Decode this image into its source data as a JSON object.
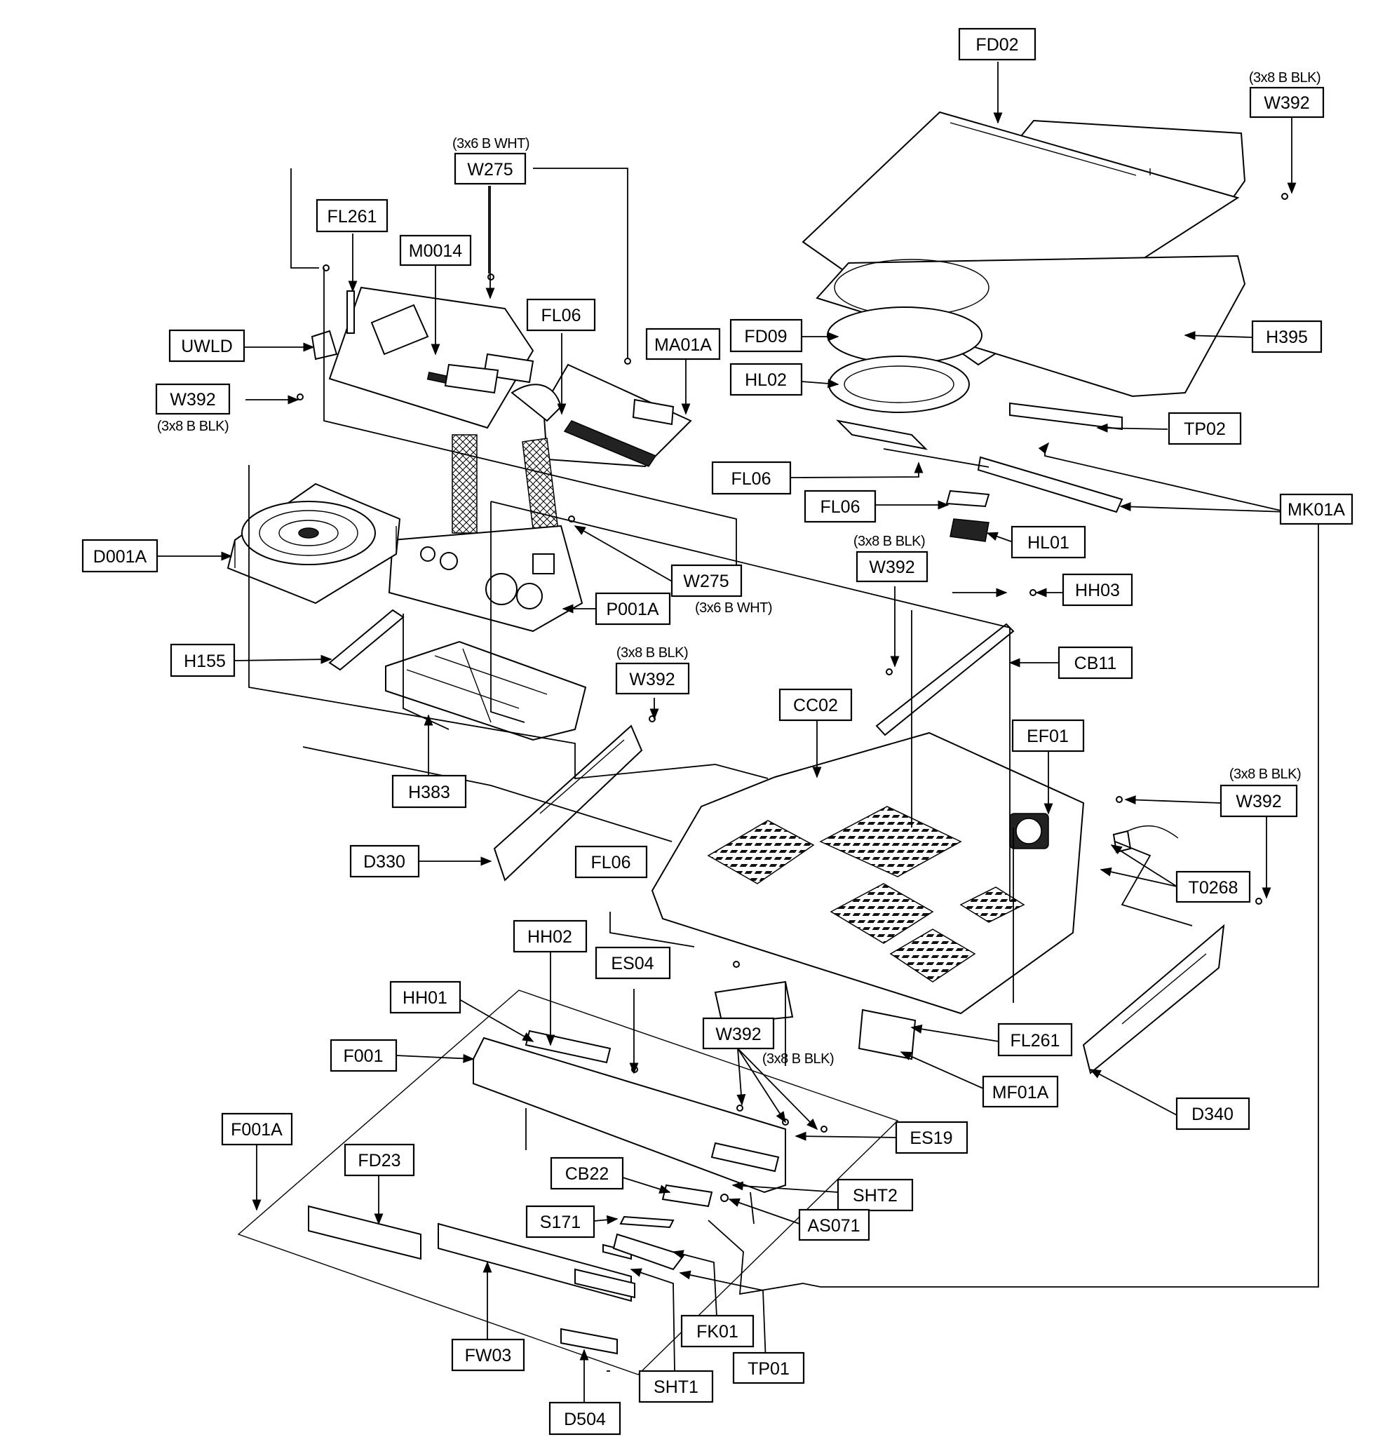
{
  "labels": [
    {
      "id": "FD02",
      "text": "FD02"
    },
    {
      "id": "W392_top_right",
      "text": "W392",
      "note": "(3x8 B BLK)"
    },
    {
      "id": "W275_top",
      "text": "W275",
      "note": "(3x6 B WHT)"
    },
    {
      "id": "FL261_top",
      "text": "FL261"
    },
    {
      "id": "M0014",
      "text": "M0014"
    },
    {
      "id": "FL06_top",
      "text": "FL06"
    },
    {
      "id": "MA01A",
      "text": "MA01A"
    },
    {
      "id": "FD09",
      "text": "FD09"
    },
    {
      "id": "H395",
      "text": "H395"
    },
    {
      "id": "UWLD",
      "text": "UWLD"
    },
    {
      "id": "HL02",
      "text": "HL02"
    },
    {
      "id": "W392_left",
      "text": "W392",
      "note": "(3x8 B BLK)"
    },
    {
      "id": "TP02",
      "text": "TP02"
    },
    {
      "id": "FL06_mid1",
      "text": "FL06"
    },
    {
      "id": "FL06_mid2",
      "text": "FL06"
    },
    {
      "id": "MK01A",
      "text": "MK01A"
    },
    {
      "id": "HL01",
      "text": "HL01"
    },
    {
      "id": "D001A",
      "text": "D001A"
    },
    {
      "id": "W392_mid",
      "text": "W392",
      "note": "(3x8 B BLK)"
    },
    {
      "id": "HH03",
      "text": "HH03"
    },
    {
      "id": "W275_mid",
      "text": "W275",
      "note": "(3x6 B WHT)"
    },
    {
      "id": "P001A",
      "text": "P001A"
    },
    {
      "id": "H155",
      "text": "H155"
    },
    {
      "id": "CB11",
      "text": "CB11"
    },
    {
      "id": "W392_center",
      "text": "W392",
      "note": "(3x8 B BLK)"
    },
    {
      "id": "CC02",
      "text": "CC02"
    },
    {
      "id": "EF01",
      "text": "EF01"
    },
    {
      "id": "H383",
      "text": "H383"
    },
    {
      "id": "W392_right",
      "text": "W392",
      "note": "(3x8 B BLK)"
    },
    {
      "id": "D330",
      "text": "D330"
    },
    {
      "id": "FL06_low",
      "text": "FL06"
    },
    {
      "id": "T0268",
      "text": "T0268"
    },
    {
      "id": "HH02",
      "text": "HH02"
    },
    {
      "id": "ES04",
      "text": "ES04"
    },
    {
      "id": "HH01",
      "text": "HH01"
    },
    {
      "id": "W392_low",
      "text": "W392",
      "note": "(3x8 B BLK)"
    },
    {
      "id": "FL261_low",
      "text": "FL261"
    },
    {
      "id": "F001",
      "text": "F001"
    },
    {
      "id": "MF01A",
      "text": "MF01A"
    },
    {
      "id": "D340",
      "text": "D340"
    },
    {
      "id": "F001A",
      "text": "F001A"
    },
    {
      "id": "ES19",
      "text": "ES19"
    },
    {
      "id": "FD23",
      "text": "FD23"
    },
    {
      "id": "CB22",
      "text": "CB22"
    },
    {
      "id": "SHT2",
      "text": "SHT2"
    },
    {
      "id": "S171",
      "text": "S171"
    },
    {
      "id": "AS071",
      "text": "AS071"
    },
    {
      "id": "FK01",
      "text": "FK01"
    },
    {
      "id": "FW03",
      "text": "FW03"
    },
    {
      "id": "TP01",
      "text": "TP01"
    },
    {
      "id": "SHT1",
      "text": "SHT1"
    },
    {
      "id": "D504",
      "text": "D504"
    }
  ]
}
